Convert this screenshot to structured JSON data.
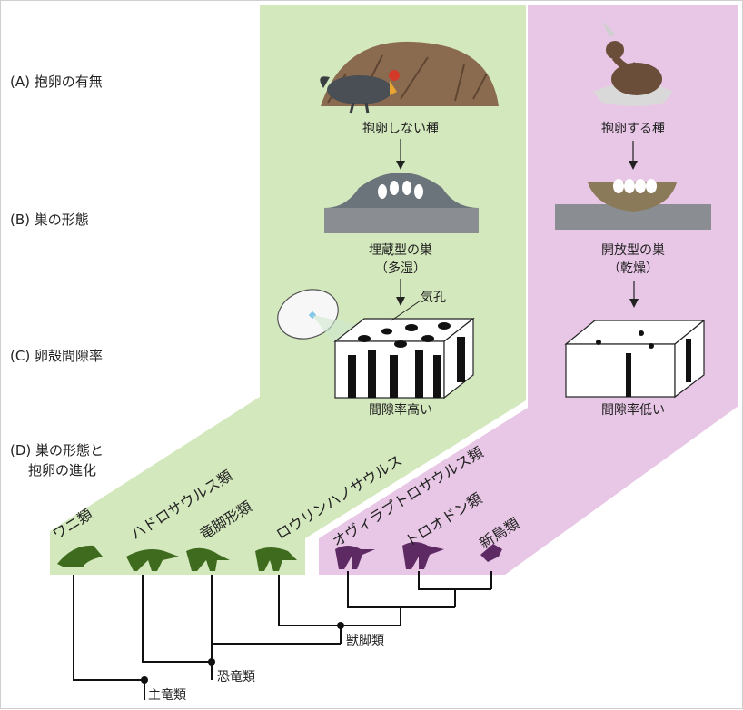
{
  "rows": {
    "a": "(A) 抱卵の有無",
    "b": "(B) 巣の形態",
    "c": "(C) 卵殻間隙率",
    "d1": "(D) 巣の形態と",
    "d2": "抱卵の進化"
  },
  "green": {
    "incubation": "抱卵しない種",
    "nest": "埋蔵型の巣",
    "nest_cond": "（多湿）",
    "pore_label": "気孔",
    "porosity": "間隙率高い",
    "color": "#d4e8bd"
  },
  "purple": {
    "incubation": "抱卵する種",
    "nest": "開放型の巣",
    "nest_cond": "（乾燥）",
    "porosity": "間隙率低い",
    "color": "#e8c6e6"
  },
  "taxa": {
    "t1": "ワニ類",
    "t2": "ハドロサウルス類",
    "t3": "竜脚形類",
    "t4": "ロウリンハノサウルス",
    "t5": "オヴィラプトロサウルス類",
    "t6": "トロオドン類",
    "t7": "新鳥類"
  },
  "nodes": {
    "theropoda": "獣脚類",
    "dinosauria": "恐竜類",
    "archosauria": "主竜類"
  },
  "colors": {
    "green_silhouette": "#3f6b1f",
    "purple_silhouette": "#5e2a63",
    "nest_gray": "#6b737b",
    "ground_gray": "#8a8d91"
  }
}
